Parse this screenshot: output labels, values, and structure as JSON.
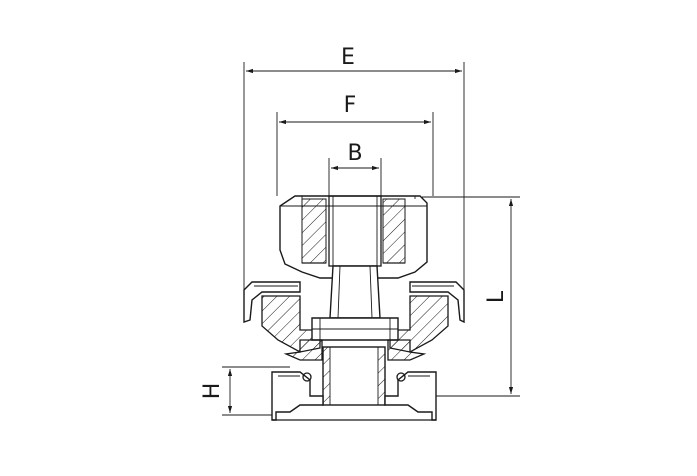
{
  "drawing": {
    "labels": {
      "E": "E",
      "F": "F",
      "B": "B",
      "L": "L",
      "H": "H"
    }
  }
}
